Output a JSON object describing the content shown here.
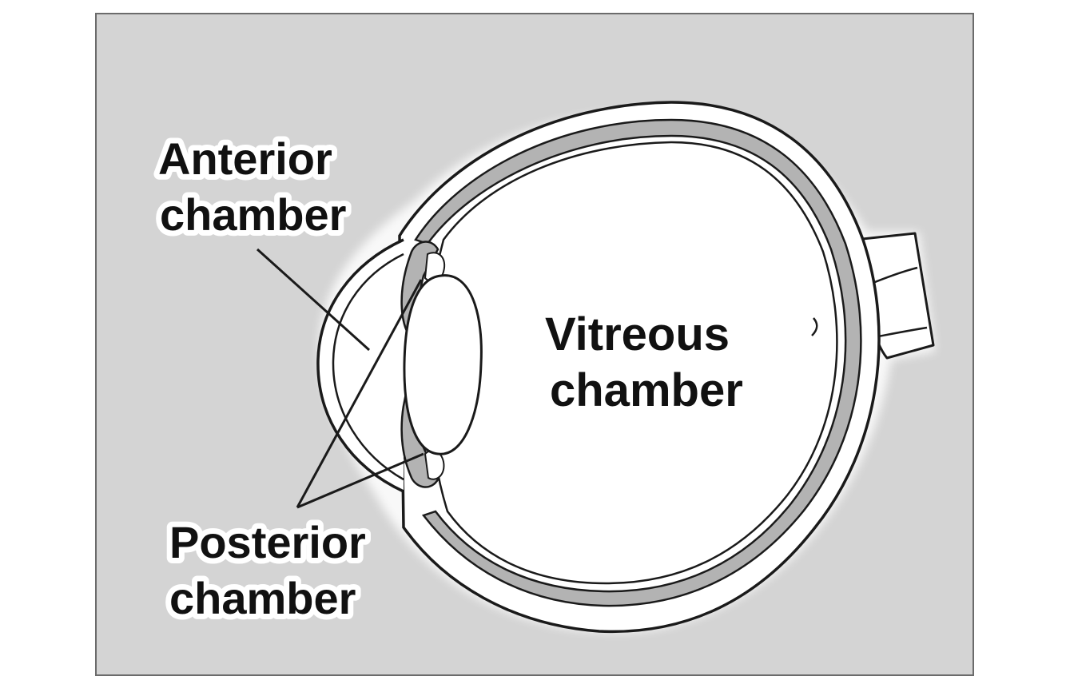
{
  "colors": {
    "panel_background": "#d4d4d4",
    "panel_border": "#6b6b6b",
    "tissue_fill": "#ffffff",
    "choroid_band": "#b3b3b3",
    "outline": "#1a1a1a",
    "text": "#111111"
  },
  "labels": {
    "anterior": {
      "line1": "Anterior",
      "line2": "chamber"
    },
    "posterior": {
      "line1": "Posterior",
      "line2": "chamber"
    },
    "vitreous": {
      "line1": "Vitreous",
      "line2": "chamber"
    }
  }
}
